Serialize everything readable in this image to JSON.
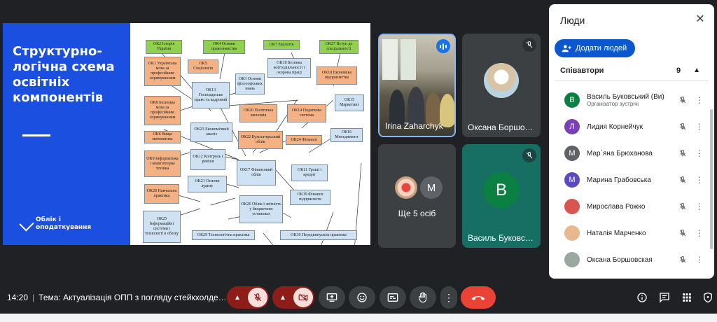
{
  "slide": {
    "title": "Структурно-логічна схема освітніх компонентів",
    "logo_text": "Облік і оподаткування",
    "boxes": {
      "ok2": "ОК2 Історія України",
      "ok4": "ОК4 Основи правознавства",
      "ok7": "ОК7 Екологія",
      "ok27": "ОК27 Вступ до спеціальності",
      "ok1": "ОК1 Українська мова за професійним спрямуванням",
      "ok5": "ОК5 Соціологія",
      "ok18": "ОК18 Безпека життєдіяльності і охорона праці",
      "ok10": "ОК10 Економіка підприємства",
      "ok13": "ОК13 Господарське право та кадровий",
      "ok3": "ОК3 Основи філософських знань",
      "ok15": "ОК15 Маркетинг",
      "ok8": "ОК8 Іноземна мова за професійним спрямуванням",
      "ok20": "ОК20 Політична економія",
      "ok14": "ОК14 Податкова система",
      "ok6": "ОК6 Вища математика",
      "ok23": "ОК23 Економічний аналіз",
      "ok22": "ОК22 Бухгалтерський облік",
      "ok24": "ОК24 Фінанси",
      "ok16": "ОК16 Менеджмент",
      "ok9": "ОК9 Інформатика і комп'ютерна техніка",
      "ok12": "ОК12 Контроль і ревізія",
      "ok17": "ОК17 Фінансовий облік",
      "ok11": "ОК11 Гроші і кредит",
      "ok21": "ОК21 Основи аудиту",
      "ok28": "ОК28 Навчальна практика",
      "ok19": "ОК19 Фінанси підприємств",
      "ok26": "ОК26 Облік і звітність у бюджетних установах",
      "ok25": "ОК25 Інформаційні системи і технології в обліку",
      "ok29": "ОК29 Технологічна практика",
      "ok30": "ОК30 Передвипускна практика"
    }
  },
  "tiles": {
    "t1_name": "Irina Zaharchyk",
    "t2_name": "Оксана Боршо…",
    "t3_avatar": "М",
    "t3_label": "Ще 5 осіб",
    "t4_avatar": "В",
    "t4_name": "Василь Буковс…"
  },
  "panel": {
    "title": "Люди",
    "add_label": "Додати людей",
    "section_label": "Співавтори",
    "section_count": "9",
    "people": [
      {
        "initial": "В",
        "name": "Василь Буковський (Ви)",
        "sub": "Організатор зустрічі",
        "color": "#0b8043"
      },
      {
        "initial": "Л",
        "name": "Лидия Корнейчук",
        "sub": "",
        "color": "#7b3fb5"
      },
      {
        "initial": "М",
        "name": "Мар`яна Брюханова",
        "sub": "",
        "color": "#5f6368"
      },
      {
        "initial": "М",
        "name": "Марина Грабовська",
        "sub": "",
        "color": "#5c4bc0"
      },
      {
        "initial": "",
        "name": "Мирослава Рожко",
        "sub": "",
        "color": "#d9534f"
      },
      {
        "initial": "",
        "name": "Наталія Марченко",
        "sub": "",
        "color": "#e8b98e"
      },
      {
        "initial": "",
        "name": "Оксана Боршовская",
        "sub": "",
        "color": "#9aa8a0"
      }
    ]
  },
  "bar": {
    "time": "14:20",
    "meeting": "Тема: Актуалізація ОПП з погляду стейкхолде…"
  },
  "colors": {
    "accent": "#1a73e8",
    "end_call": "#ea4335",
    "slide_blue": "#1a4fe0"
  }
}
